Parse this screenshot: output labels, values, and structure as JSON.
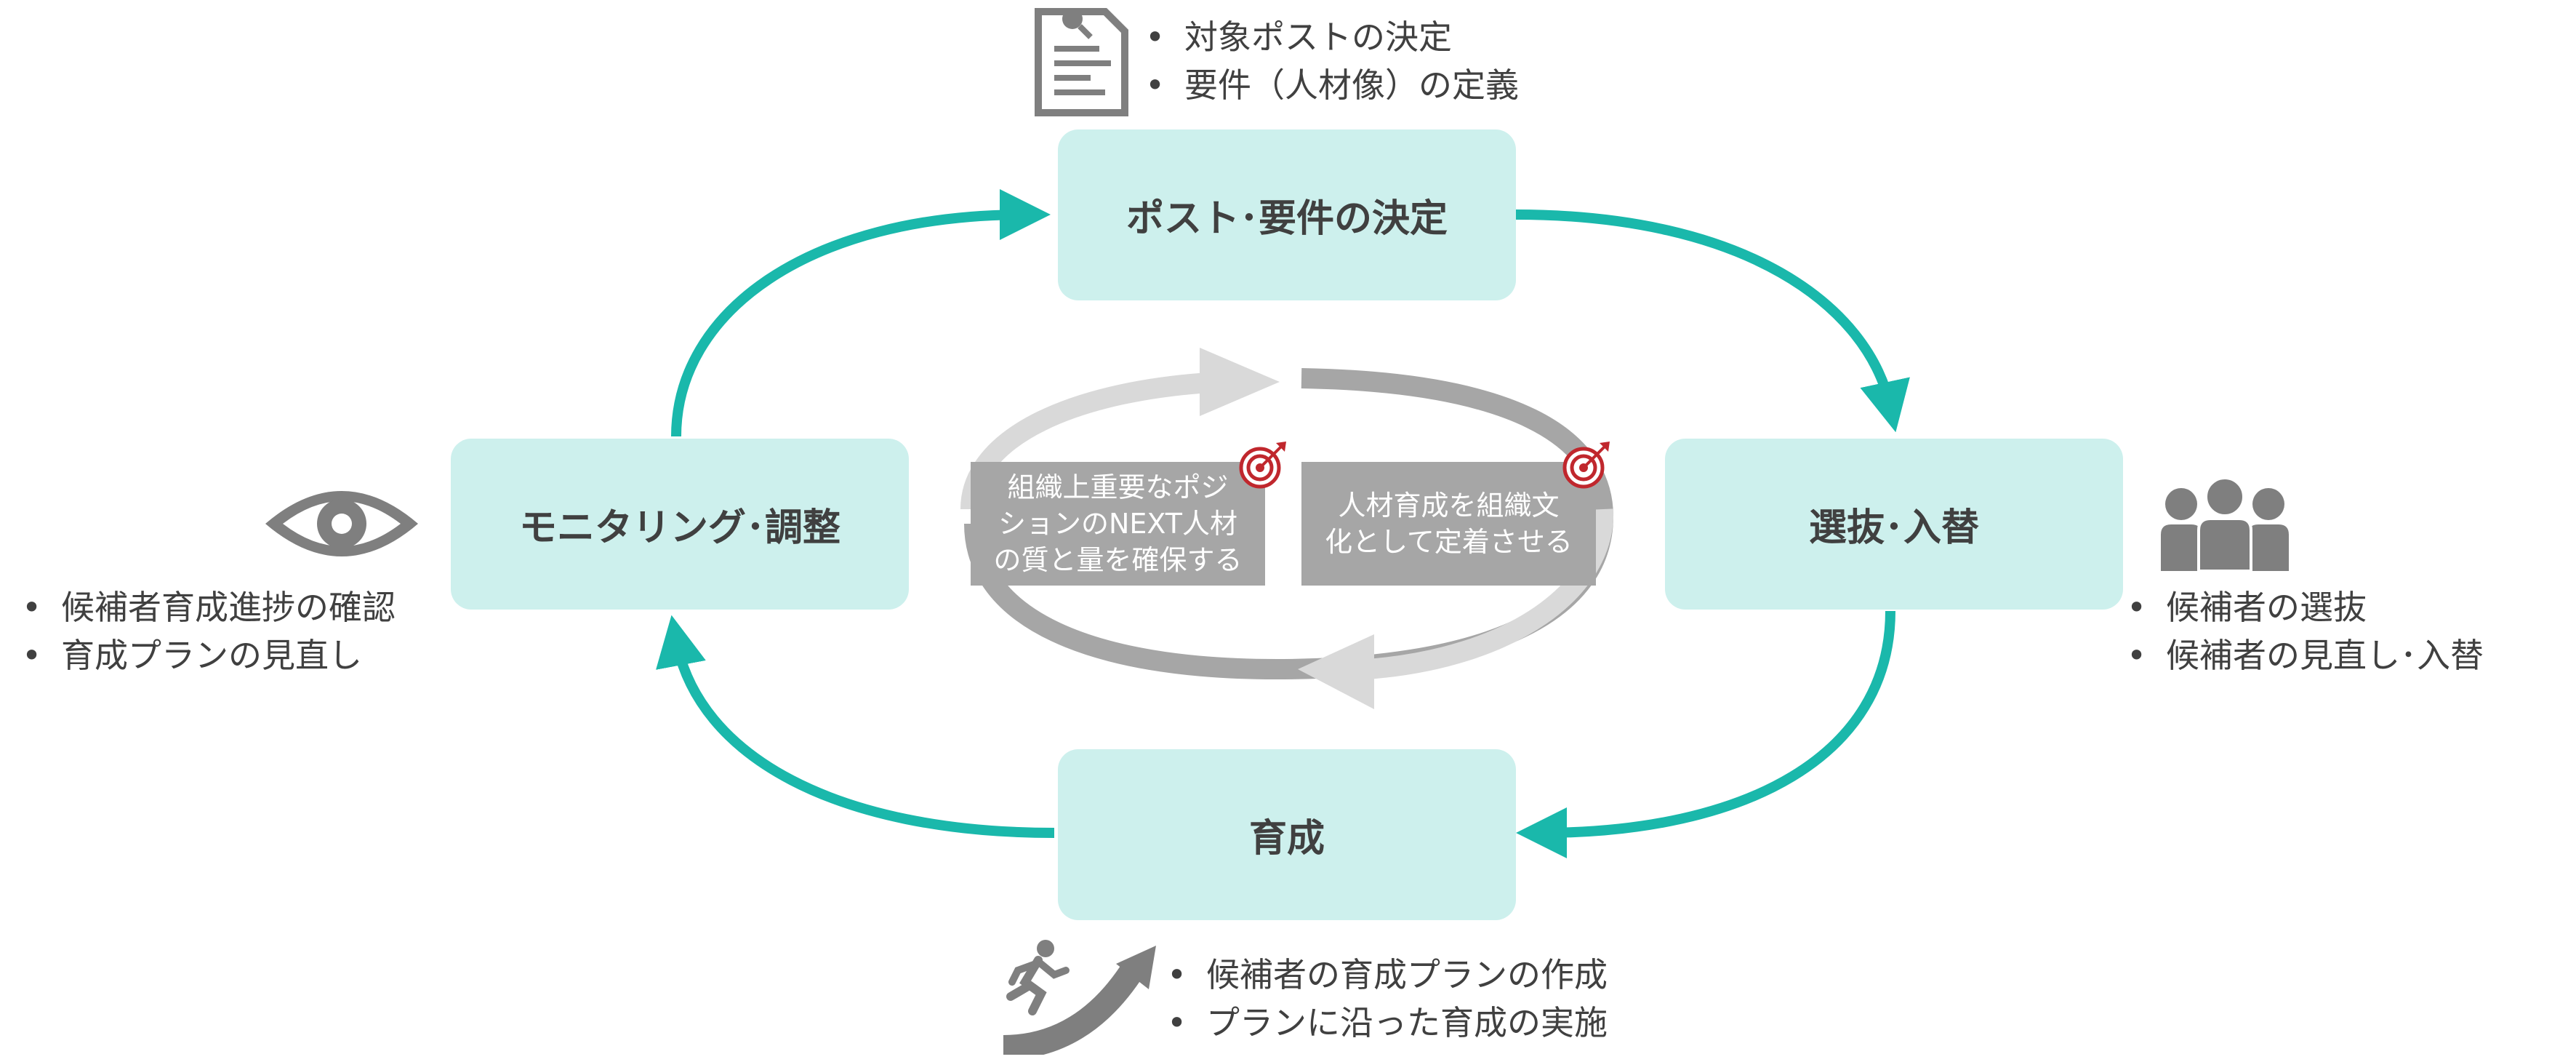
{
  "colors": {
    "accent": "#1ab8ab",
    "box_fill": "#cdf0ed",
    "box_text": "#404040",
    "icon_gray": "#7f7f7f",
    "inner_dark": "#a6a6a6",
    "inner_light": "#d9d9d9",
    "target_red": "#c0272d"
  },
  "steps": {
    "top": {
      "label": "ポスト･要件の決定"
    },
    "right": {
      "label": "選抜･入替"
    },
    "bottom": {
      "label": "育成"
    },
    "left": {
      "label": "モニタリング･調整"
    }
  },
  "details": {
    "top": [
      "対象ポストの決定",
      "要件（人材像）の定義"
    ],
    "right": [
      "候補者の選抜",
      "候補者の見直し･入替"
    ],
    "bottom": [
      "候補者の育成プランの作成",
      "プランに沿った育成の実施"
    ],
    "left": [
      "候補者育成進捗の確認",
      "育成プランの見直し"
    ]
  },
  "center": {
    "goal_left": "組織上重要なポジ\nションのNEXT人材\nの質と量を確保する",
    "goal_right": "人材育成を組織文\n化として定着させる"
  },
  "icons": {
    "top": "document-search-icon",
    "right": "people-group-icon",
    "bottom": "running-growth-icon",
    "left": "eye-icon",
    "goal": "target-icon"
  }
}
